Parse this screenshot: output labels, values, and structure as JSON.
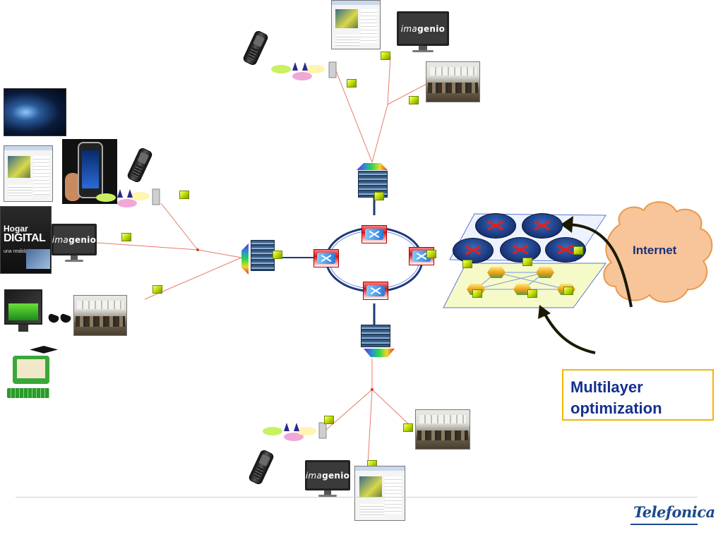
{
  "internet_label": "Internet",
  "multilayer": {
    "line1": "Multilayer",
    "line2": "optimization"
  },
  "imagenio": {
    "prefix": "ima",
    "suffix": "genio"
  },
  "hogar": {
    "line1": "Hogar",
    "line2": "DIGITAL",
    "line3": "una realidad"
  },
  "logo_text": "Telefonica",
  "colors": {
    "link_line": "#e87a6a",
    "ring": "#1e3a78",
    "accent_square": "#c8e000",
    "cloud_fill": "#f8c49a",
    "cloud_stroke": "#e89a4a",
    "arrow": "#1a1a00",
    "box_border": "#f0b800",
    "label_blue": "#14308e"
  },
  "icons": [
    "mobile-phone-icon",
    "tv-icon",
    "office-photo-icon",
    "web-page-icon",
    "wdm-splitter-icon",
    "switch-icon",
    "router-icon",
    "cloud-icon",
    "graduation-cap-icon",
    "3d-glasses-icon"
  ]
}
